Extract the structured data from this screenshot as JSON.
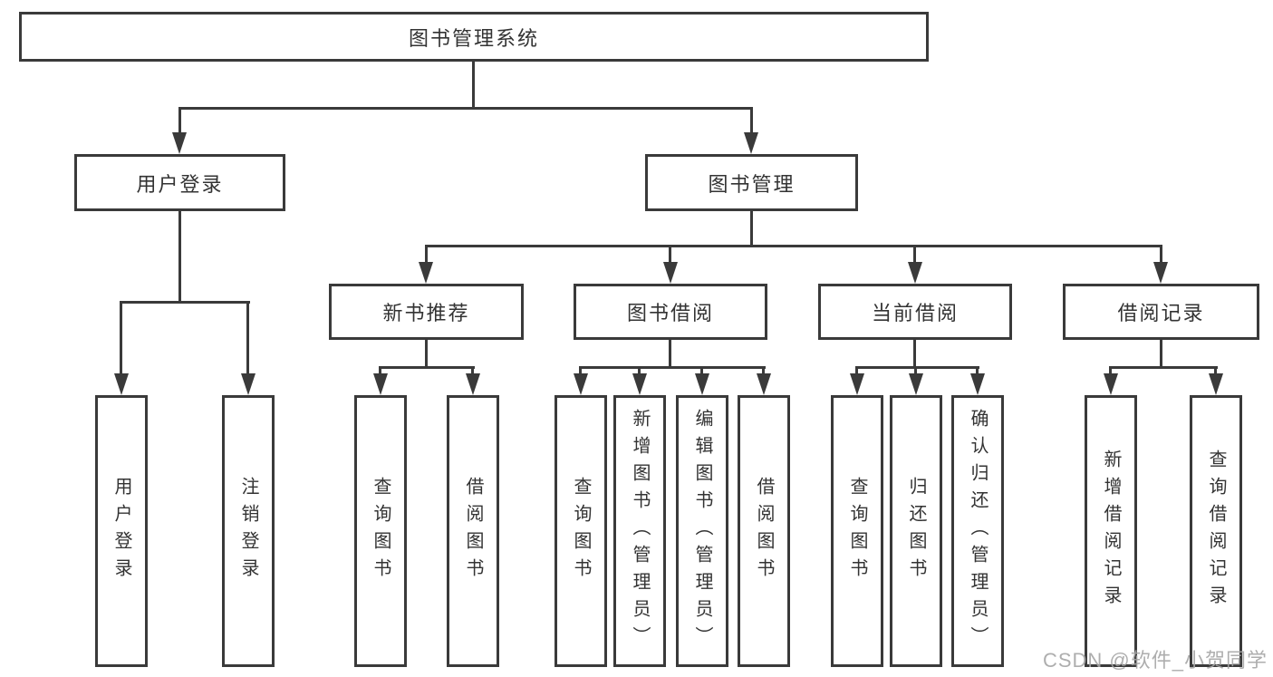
{
  "diagram": {
    "title": {
      "label": "图书管理系统"
    },
    "branches": [
      {
        "label": "用户登录",
        "children": [
          {
            "label": "用户登录"
          },
          {
            "label": "注销登录"
          }
        ]
      },
      {
        "label": "图书管理",
        "children": [
          {
            "label": "新书推荐",
            "children": [
              {
                "label": "查询图书"
              },
              {
                "label": "借阅图书"
              }
            ]
          },
          {
            "label": "图书借阅",
            "children": [
              {
                "label": "查询图书"
              },
              {
                "label": "新增图书（管理员）"
              },
              {
                "label": "编辑图书（管理员）"
              },
              {
                "label": "借阅图书"
              }
            ]
          },
          {
            "label": "当前借阅",
            "children": [
              {
                "label": "查询图书"
              },
              {
                "label": "归还图书"
              },
              {
                "label": "确认归还（管理员）"
              }
            ]
          },
          {
            "label": "借阅记录",
            "children": [
              {
                "label": "新增借阅记录"
              },
              {
                "label": "查询借阅记录"
              }
            ]
          }
        ]
      }
    ]
  },
  "watermark": {
    "label": "CSDN @软件_小贺同学"
  },
  "colors": {
    "line": "#3a3a3a",
    "box_border": "#3a3a3a",
    "text": "#333333",
    "background": "#ffffff",
    "watermark": "#a5a5a5"
  }
}
